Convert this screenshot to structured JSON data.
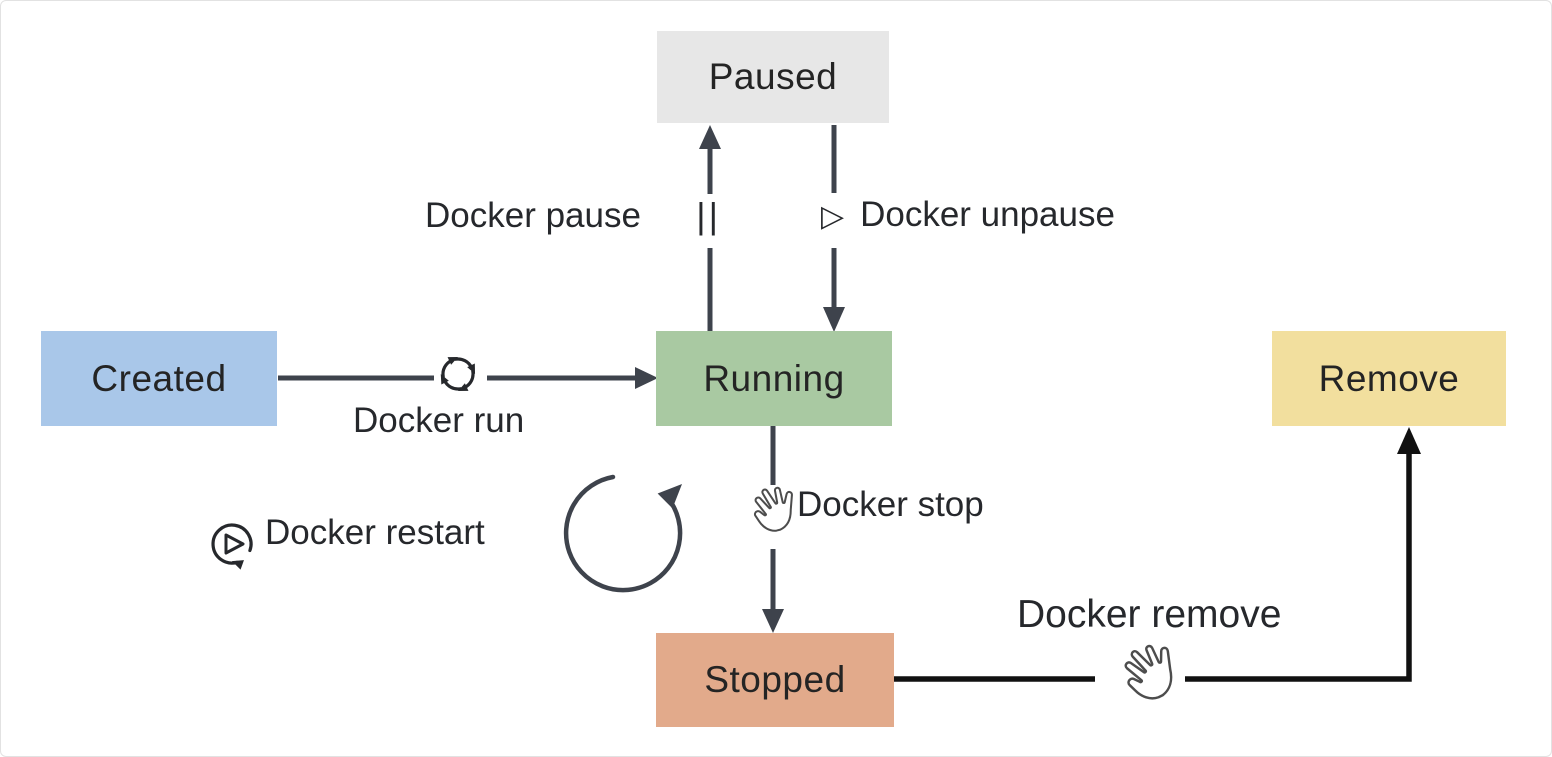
{
  "diagram": {
    "name": "Docker container lifecycle state diagram",
    "nodes": [
      {
        "id": "paused",
        "label": "Paused",
        "color": "#e7e7e7"
      },
      {
        "id": "created",
        "label": "Created",
        "color": "#a9c7e9"
      },
      {
        "id": "running",
        "label": "Running",
        "color": "#a9c9a2"
      },
      {
        "id": "remove",
        "label": "Remove",
        "color": "#f2df9e"
      },
      {
        "id": "stopped",
        "label": "Stopped",
        "color": "#e2aa8b"
      }
    ],
    "edges": [
      {
        "from": "created",
        "to": "running",
        "label": "Docker run",
        "icon": "sync-icon"
      },
      {
        "from": "running",
        "to": "paused",
        "label": "Docker pause",
        "glyph": "||"
      },
      {
        "from": "paused",
        "to": "running",
        "label": "Docker unpause",
        "glyph": "▷"
      },
      {
        "from": "running",
        "to": "stopped",
        "label": "Docker stop",
        "icon": "hand-icon"
      },
      {
        "from": "running",
        "to": "running",
        "label": "Docker restart",
        "icon": "restart-icon"
      },
      {
        "from": "stopped",
        "to": "remove",
        "label": "Docker remove",
        "icon": "hand-icon"
      }
    ],
    "colors": {
      "arrow": "#3e434c",
      "remove_arrow": "#111111",
      "text": "#26282c",
      "hand_outline": "#4d4d4d"
    }
  }
}
